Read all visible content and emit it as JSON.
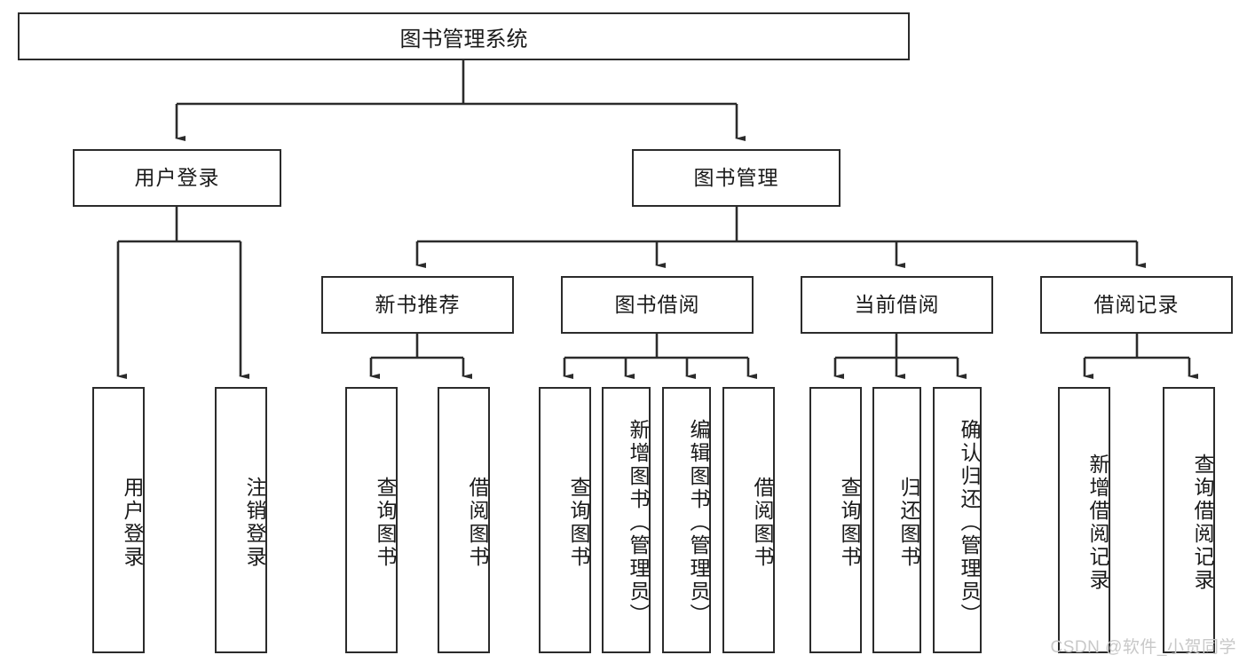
{
  "diagram": {
    "type": "tree",
    "title": "图书管理系统",
    "root": {
      "label": "图书管理系统"
    },
    "level2": [
      {
        "label": "用户登录"
      },
      {
        "label": "图书管理"
      }
    ],
    "level3": [
      {
        "label": "新书推荐"
      },
      {
        "label": "图书借阅"
      },
      {
        "label": "当前借阅"
      },
      {
        "label": "借阅记录"
      }
    ],
    "leaves": {
      "user_login": [
        {
          "label": "用户登录"
        },
        {
          "label": "注销登录"
        }
      ],
      "new_book_recommend": [
        {
          "label": "查询图书"
        },
        {
          "label": "借阅图书"
        }
      ],
      "book_borrow": [
        {
          "label": "查询图书"
        },
        {
          "label": "新增图书（管理员）"
        },
        {
          "label": "编辑图书（管理员）"
        },
        {
          "label": "借阅图书"
        }
      ],
      "current_borrow": [
        {
          "label": "查询图书"
        },
        {
          "label": "归还图书"
        },
        {
          "label": "确认归还（管理员）"
        }
      ],
      "borrow_record": [
        {
          "label": "新增借阅记录"
        },
        {
          "label": "查询借阅记录"
        }
      ]
    }
  },
  "watermark": {
    "text": "CSDN @软件_小贺同学"
  },
  "colors": {
    "border": "#2b2b2b",
    "text": "#1a1a1a",
    "background": "#ffffff",
    "watermark": "#c8c8c8"
  }
}
